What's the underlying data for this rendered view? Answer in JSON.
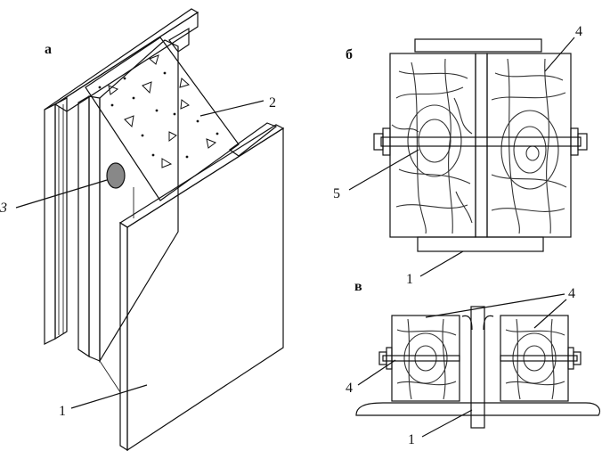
{
  "panels": {
    "a": "а",
    "b": "б",
    "v": "в"
  },
  "labels": {
    "a_1": "1",
    "a_2": "2",
    "a_3": "3",
    "b_4": "4",
    "b_5": "5",
    "b_1": "1",
    "v_4_top": "4",
    "v_4_left": "4",
    "v_1": "1"
  },
  "colors": {
    "line": "#111111",
    "concrete": "#c8c8c8",
    "wood": "#e4e4e4",
    "hole": "#888888"
  }
}
